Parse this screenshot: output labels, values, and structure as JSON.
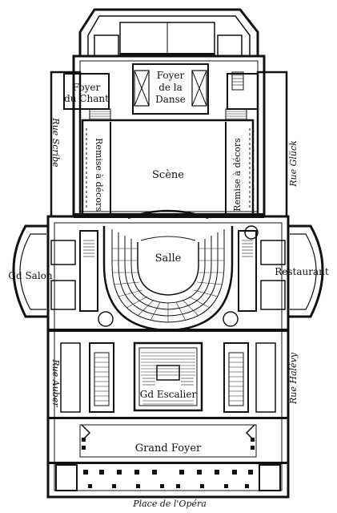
{
  "rooms": {
    "foyer_chant": [
      "Foyer",
      "du Chant"
    ],
    "foyer_danse": [
      "Foyer",
      "de la",
      "Danse"
    ],
    "scene": "Scène",
    "remise_left": "Remise à décors",
    "remise_right": "Remise à décors",
    "salle": "Salle",
    "grand_salon": "Gd Salon",
    "restaurant": "Restaurant",
    "grand_escalier": "Gd Escalier",
    "grand_foyer": "Grand Foyer"
  },
  "streets": {
    "rue_scribe": "Rue Scribe",
    "rue_gluck": "Rue Glück",
    "rue_auber": "Rue Auber",
    "rue_halevy": "Rue Halévy",
    "place_opera": "Place de l'Opéra"
  }
}
